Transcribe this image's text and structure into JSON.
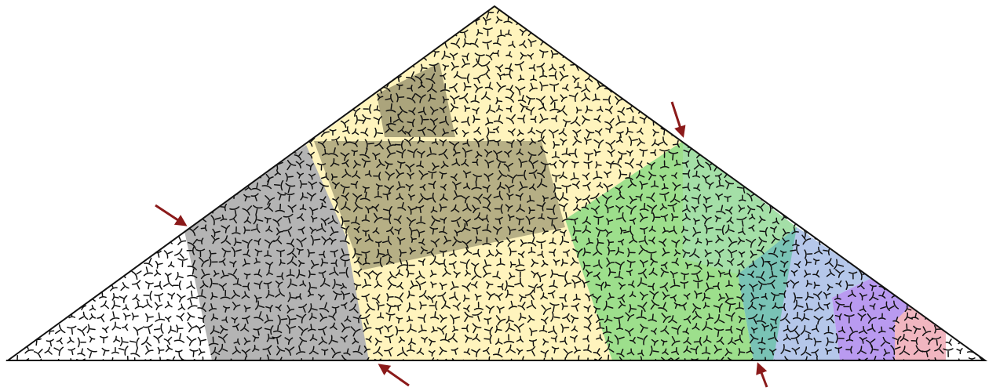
{
  "figure": {
    "regions": [
      {
        "name": "white",
        "color": "#ffffff"
      },
      {
        "name": "gray",
        "color": "#b4b4b4"
      },
      {
        "name": "olive",
        "color": "#8f8a67"
      },
      {
        "name": "cream",
        "color": "#fff4bd"
      },
      {
        "name": "green",
        "color": "#9ddf8c"
      },
      {
        "name": "mint",
        "color": "#a6dfae"
      },
      {
        "name": "teal",
        "color": "#79c3b5"
      },
      {
        "name": "blue",
        "color": "#b5c7ea"
      },
      {
        "name": "purple",
        "color": "#b99af0"
      },
      {
        "name": "pink",
        "color": "#f1b6c0"
      }
    ],
    "curve_color": "#111111",
    "arrow_color": "#8b1a1a",
    "arrow_count": 4
  }
}
